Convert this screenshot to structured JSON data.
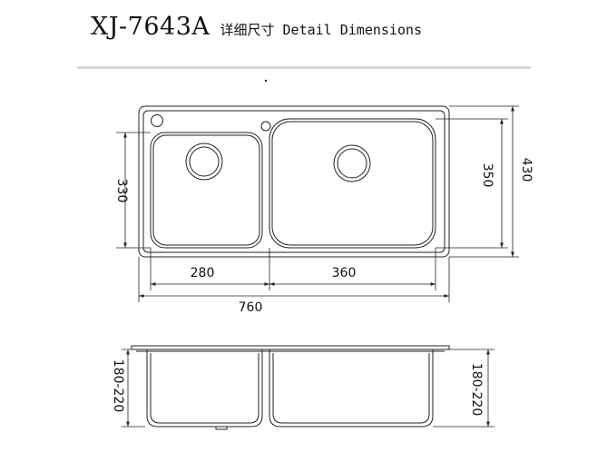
{
  "title": {
    "model": "XJ-7643A",
    "subtitle": "详细尺寸 Detail Dimensions"
  },
  "dimensions": {
    "left_bowl_depth": "330",
    "right_bowl_depth": "350",
    "overall_depth": "430",
    "left_bowl_width": "280",
    "right_bowl_width": "360",
    "overall_width": "760",
    "left_bowl_height": "180-220",
    "right_bowl_height": "180-220"
  },
  "colors": {
    "line": "#222222",
    "rule": "#d6d6d6"
  }
}
